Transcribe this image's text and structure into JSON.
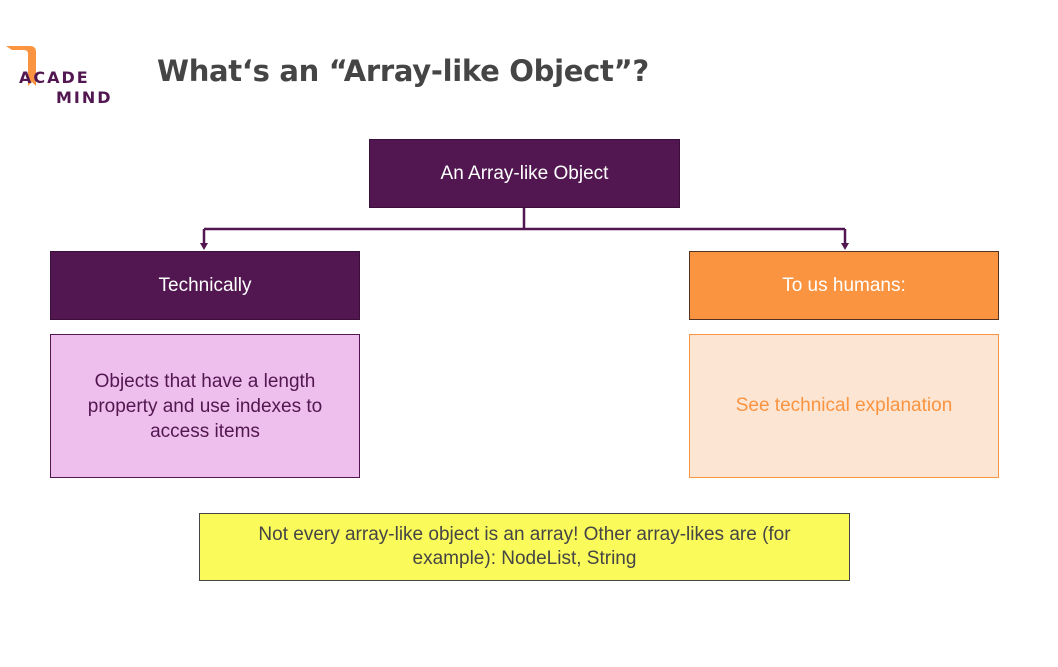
{
  "logo": {
    "line1": "ACADE",
    "line2": "MIND",
    "icon": "academind-flag-icon",
    "color": "#521751",
    "accent": "#fa9441"
  },
  "title": "What‘s an “Array-like Object”?",
  "diagram": {
    "root": "An Array-like Object",
    "left": {
      "heading": "Technically",
      "body": "Objects that have a length property and use indexes to access items"
    },
    "right": {
      "heading": "To us humans:",
      "body": "See technical explanation"
    },
    "note": "Not every array-like object is an array! Other array-likes are (for example): NodeList, String"
  },
  "colors": {
    "purple": "#521751",
    "orange": "#fa9441",
    "pink": "#eebfec",
    "peach": "#fde5d3",
    "yellow": "#fafa5a",
    "text_gray": "#454545"
  }
}
